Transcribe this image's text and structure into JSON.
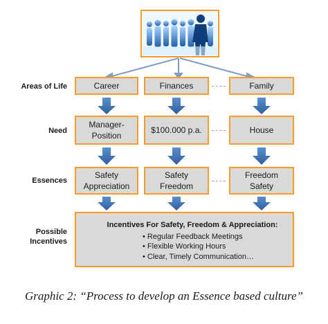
{
  "diagram": {
    "rows": {
      "areas_of_life": "Areas of Life",
      "need": "Need",
      "essences": "Essences",
      "possible_incentives": "Possible\nIncentives"
    },
    "columns": [
      {
        "area": "Career",
        "need": "Manager-\nPosition",
        "essence": "Safety\nAppreciation"
      },
      {
        "area": "Finances",
        "need": "$100.000 p.a.",
        "essence": "Safety\nFreedom"
      },
      {
        "area": "Family",
        "need": "House",
        "essence": "Freedom\nSafety"
      }
    ],
    "incentives": {
      "title": "Incentives For Safety, Freedom & Appreciation:",
      "items": [
        "Regular Feedback Meetings",
        "Flexible Working Hours",
        "Clear, Timely Communication…"
      ]
    },
    "caption": "Graphic 2: “Process to develop an Essence based culture”"
  },
  "colors": {
    "box_fill": "#d9d9d9",
    "box_border": "#f59d2a",
    "arrow": "#3f76b8",
    "connector": "#7f9cc4",
    "people_fill": "#4a8fd8"
  },
  "icons": {
    "top_image": "people-silhouettes-icon",
    "arrows": "down-arrow-icon"
  }
}
